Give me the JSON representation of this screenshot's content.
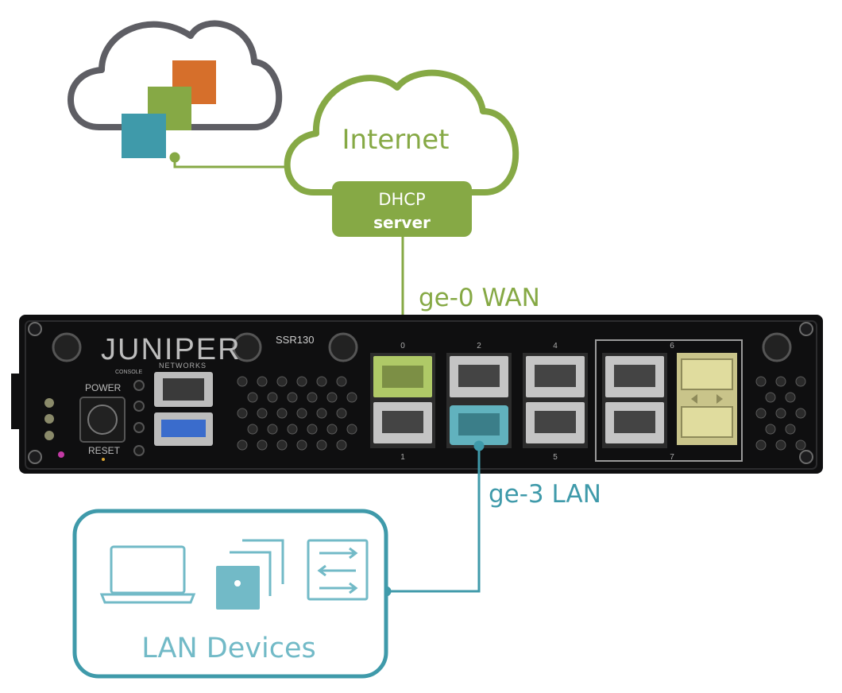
{
  "labels": {
    "internet": "Internet",
    "dhcp_line1": "DHCP",
    "dhcp_line2": "server",
    "wan": "ge-0 WAN",
    "lan": "ge-3 LAN",
    "lan_devices": "LAN Devices"
  },
  "device": {
    "brand": "JUNIPER",
    "brand_sub": "NETWORKS",
    "model": "SSR130",
    "console": "CONSOLE",
    "power": "POWER",
    "reset": "RESET",
    "ports_top": [
      "0",
      "2",
      "4"
    ],
    "ports_bottom": [
      "1",
      "5"
    ],
    "port_group_top": "6",
    "port_group_bottom": "7"
  },
  "colors": {
    "green": "#86a945",
    "teal": "#3f9aaa",
    "orange": "#d66f2b",
    "cloud_gray": "#5e5e64",
    "chassis": "#111111",
    "wan_highlight": "#b6d26a",
    "lan_highlight": "#64b9c6",
    "lan_device_fill": "#72bac7"
  },
  "icons": {
    "cloud_app": "cloud-apps-icon",
    "internet": "internet-cloud-icon",
    "laptop": "laptop-icon",
    "server": "server-stack-icon",
    "switch": "switch-icon"
  }
}
